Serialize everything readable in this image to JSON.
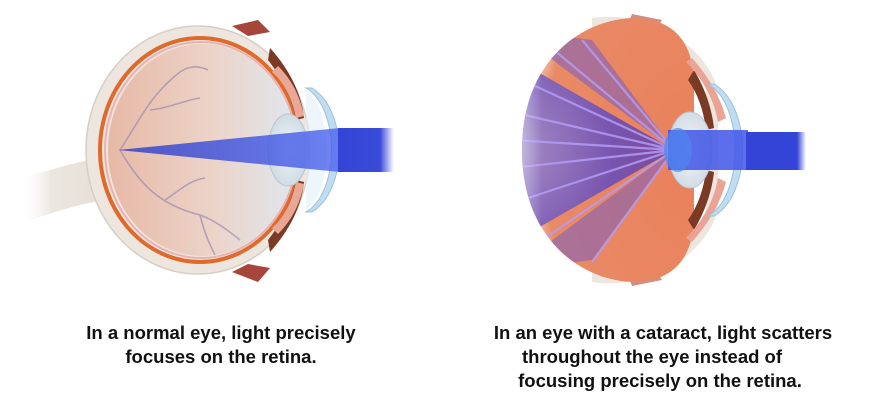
{
  "diagram": {
    "topic": "Normal eye vs. eye with a cataract",
    "panels": [
      {
        "id": "normal",
        "caption_lines": [
          "In a normal eye, light precisely",
          "focuses on the retina."
        ],
        "illustration": "eye-cross-section-focused-light-icon"
      },
      {
        "id": "cataract",
        "caption_lines": [
          "In an eye with a cataract, light scatters",
          "throughout the eye instead of",
          "focusing precisely on the retina."
        ],
        "illustration": "eye-cross-section-scattered-light-icon"
      }
    ],
    "colors": {
      "light_beam": "#3f4fe0",
      "vitreous_normal": "#e9c3b4",
      "vitreous_cataract": "#e9805a",
      "scatter_purple": "#7b5fc8",
      "sclera": "#ece6df",
      "choroid": "#e06a2c",
      "cornea": "#bfdcf0",
      "lens": "#dfe8ef",
      "iris": "#7a3a24",
      "text": "#111111"
    }
  }
}
